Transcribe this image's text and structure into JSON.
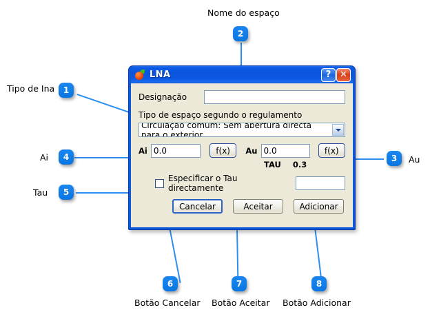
{
  "dialog": {
    "title": "LNA",
    "icon_name": "app-icon",
    "titlebar_buttons": [
      {
        "name": "help-button",
        "glyph": "?"
      },
      {
        "name": "close-button",
        "glyph": "✕"
      }
    ],
    "fields": {
      "designacao_label": "Designação",
      "designacao_value": "",
      "tipo_label": "Tipo de espaço segundo o regulamento",
      "tipo_selected": "Circulação comum: Sem abertura directa para o exterior",
      "ai_label": "Ai",
      "ai_value": "0.0",
      "ai_fx_label": "f(x)",
      "au_label": "Au",
      "au_value": "0.0",
      "au_fx_label": "f(x)",
      "tau_label": "TAU",
      "tau_value": "0.3",
      "checkbox_label": "Especificar o Tau directamente",
      "checkbox_checked": false,
      "tau_input_value": ""
    },
    "buttons": {
      "cancel": "Cancelar",
      "accept": "Aceitar",
      "add": "Adicionar"
    }
  },
  "annotations": [
    {
      "number": "1",
      "label": "Tipo de Ina"
    },
    {
      "number": "2",
      "label": "Nome do espaço"
    },
    {
      "number": "3",
      "label": "Au"
    },
    {
      "number": "4",
      "label": "Ai"
    },
    {
      "number": "5",
      "label": "Tau"
    },
    {
      "number": "6",
      "label": "Botão Cancelar"
    },
    {
      "number": "7",
      "label": "Botão Aceitar"
    },
    {
      "number": "8",
      "label": "Botão Adicionar"
    }
  ],
  "colors": {
    "accent": "#0b7ae5",
    "titlebar": "#0d58d6",
    "dialog_face": "#ece9d8",
    "leader": "#2b8ef0"
  }
}
